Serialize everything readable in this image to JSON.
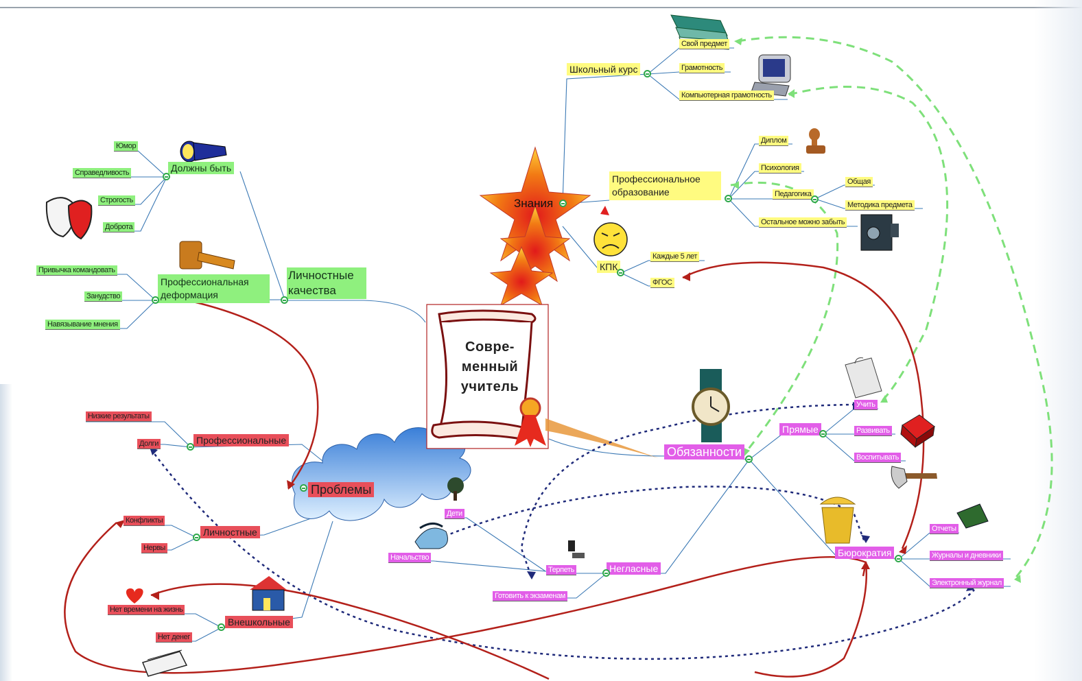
{
  "center": {
    "title": "Совре-\nменный\nучитель"
  },
  "colors": {
    "green": "#8ff07e",
    "yellow": "#fffb80",
    "magenta": "#e25ee8",
    "red": "#e84f5a",
    "link_red": "#b3201a",
    "link_navy": "#1f2a7a",
    "link_green_dashed": "#7ee07a"
  },
  "branches": {
    "personal": {
      "label": "Личностные качества",
      "should_be": {
        "label": "Должны быть",
        "items": [
          "Юмор",
          "Справедливость",
          "Строгость",
          "Доброта"
        ]
      },
      "deformation": {
        "label": "Профессиональная деформация",
        "items": [
          "Привычка командовать",
          "Занудство",
          "Навязывание мнения"
        ]
      }
    },
    "knowledge": {
      "label": "Знания",
      "school": {
        "label": "Школьный курс",
        "items": [
          "Свой предмет",
          "Грамотность",
          "Компьютерная грамотность"
        ]
      },
      "prof_education": {
        "label": "Профессиональное образование",
        "items": [
          "Диплом",
          "Психология",
          "Педагогика",
          "Остальное можно забыть"
        ],
        "pedagogy_items": [
          "Общая",
          "Методика предмета"
        ]
      },
      "kpk": {
        "label": "КПК",
        "items": [
          "Каждые 5 лет",
          "ФГОС"
        ]
      }
    },
    "duties": {
      "label": "Обязанности",
      "direct": {
        "label": "Прямые",
        "items": [
          "Учить",
          "Развивать",
          "Воспитывать"
        ]
      },
      "bureaucracy": {
        "label": "Бюрократия",
        "items": [
          "Отчеты",
          "Журналы и дневники",
          "Электронный журнал"
        ]
      },
      "unspoken": {
        "label": "Негласные",
        "items": [
          "Дети",
          "Начальство",
          "Терпеть",
          "Готовить к экзаменам"
        ]
      }
    },
    "problems": {
      "label": "Проблемы",
      "professional": {
        "label": "Профессиональные",
        "items": [
          "Низкие результаты",
          "Долги"
        ]
      },
      "personal": {
        "label": "Личностные",
        "items": [
          "Конфликты",
          "Нервы"
        ]
      },
      "external": {
        "label": "Внешкольные",
        "items": [
          "Нет времени на жизнь",
          "Нет денег"
        ]
      }
    }
  },
  "icons": [
    "books-icon",
    "computer-icon",
    "flashlight-icon",
    "theater-masks-icon",
    "gavel-icon",
    "stamp-icon",
    "safe-icon",
    "angry-face-icon",
    "star-icon",
    "scroll-icon",
    "cloud-icon",
    "watch-icon",
    "briefcase-icon",
    "rubiks-cube-icon",
    "axe-icon",
    "trash-bin-icon",
    "money-icon",
    "tree-icon",
    "telephone-icon",
    "faucet-icon",
    "heart-icon",
    "house-icon",
    "cash-register-icon"
  ]
}
